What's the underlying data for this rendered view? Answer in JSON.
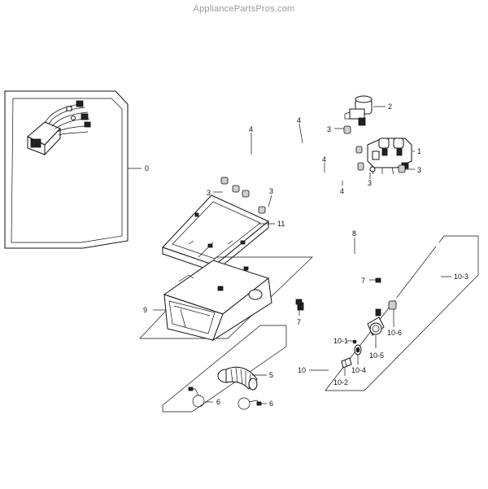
{
  "watermark": "AppliancePartsPros.com",
  "callouts": {
    "c0": "0",
    "c1": "1",
    "c2": "2",
    "c3a": "3",
    "c3b": "3",
    "c3c": "3",
    "c3d": "3",
    "c3e": "3",
    "c4a": "4",
    "c4b": "4",
    "c4c": "4",
    "c4d": "4",
    "c5": "5",
    "c6a": "6",
    "c6b": "6",
    "c7a": "7",
    "c7b": "7",
    "c8": "8",
    "c9": "9",
    "c10": "10",
    "c10_1": "10-1",
    "c10_2": "10-2",
    "c10_3": "10-3",
    "c10_4": "10-4",
    "c10_5": "10-5",
    "c10_6": "10-6",
    "c11": "11"
  }
}
